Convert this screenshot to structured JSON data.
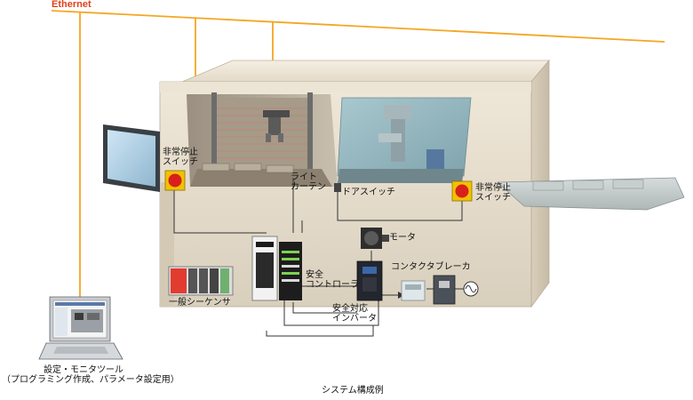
{
  "network": {
    "label": "Ethernet",
    "color": "#f5a623"
  },
  "labels": {
    "estop_left": "非常停止\nスイッチ",
    "estop_right": "非常停止\nスイッチ",
    "light_curtain": "ライト\nカーテン",
    "door_switch": "ドアスイッチ",
    "motor": "モータ",
    "contactor": "コンタクタブレーカ",
    "safety_controller": "安全\nコントローラ",
    "safety_inverter": "安全対応\nインバータ",
    "general_sequencer": "一般シーケンサ",
    "pc_tool": "設定・モニタツール\n（プログラミング作成、パラメータ設定用）"
  },
  "caption": "システム構成例",
  "colors": {
    "estop_red": "#d8201c",
    "estop_yellow": "#f2c200",
    "machine_body": "#e6dccb",
    "wire": "#333333"
  }
}
